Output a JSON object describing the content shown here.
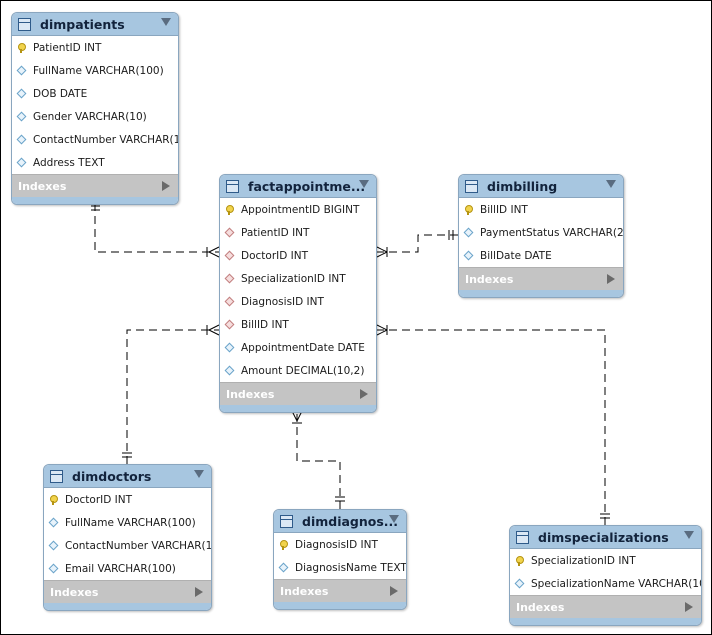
{
  "tables": {
    "dimpatients": {
      "name": "dimpatients",
      "columns": [
        {
          "text": "PatientID INT",
          "icon": "primary-key-icon"
        },
        {
          "text": "FullName VARCHAR(100)",
          "icon": "column-icon"
        },
        {
          "text": "DOB DATE",
          "icon": "column-icon"
        },
        {
          "text": "Gender VARCHAR(10)",
          "icon": "column-icon"
        },
        {
          "text": "ContactNumber VARCHAR(1...",
          "icon": "column-icon"
        },
        {
          "text": "Address TEXT",
          "icon": "column-icon"
        }
      ],
      "indexes_label": "Indexes"
    },
    "factappointments": {
      "name": "factappointme...",
      "columns": [
        {
          "text": "AppointmentID BIGINT",
          "icon": "primary-key-icon"
        },
        {
          "text": "PatientID INT",
          "icon": "foreign-key-icon"
        },
        {
          "text": "DoctorID INT",
          "icon": "foreign-key-icon"
        },
        {
          "text": "SpecializationID INT",
          "icon": "foreign-key-icon"
        },
        {
          "text": "DiagnosisID INT",
          "icon": "foreign-key-icon"
        },
        {
          "text": "BillID INT",
          "icon": "foreign-key-icon"
        },
        {
          "text": "AppointmentDate DATE",
          "icon": "column-icon"
        },
        {
          "text": "Amount DECIMAL(10,2)",
          "icon": "column-icon"
        }
      ],
      "indexes_label": "Indexes"
    },
    "dimbilling": {
      "name": "dimbilling",
      "columns": [
        {
          "text": "BillID INT",
          "icon": "primary-key-icon"
        },
        {
          "text": "PaymentStatus VARCHAR(2...",
          "icon": "column-icon"
        },
        {
          "text": "BillDate DATE",
          "icon": "column-icon"
        }
      ],
      "indexes_label": "Indexes"
    },
    "dimdoctors": {
      "name": "dimdoctors",
      "columns": [
        {
          "text": "DoctorID INT",
          "icon": "primary-key-icon"
        },
        {
          "text": "FullName VARCHAR(100)",
          "icon": "column-icon"
        },
        {
          "text": "ContactNumber VARCHAR(1...",
          "icon": "column-icon"
        },
        {
          "text": "Email VARCHAR(100)",
          "icon": "column-icon"
        }
      ],
      "indexes_label": "Indexes"
    },
    "dimdiagnosis": {
      "name": "dimdiagnos...",
      "columns": [
        {
          "text": "DiagnosisID INT",
          "icon": "primary-key-icon"
        },
        {
          "text": "DiagnosisName TEXT",
          "icon": "column-icon"
        }
      ],
      "indexes_label": "Indexes"
    },
    "dimspecializations": {
      "name": "dimspecializations",
      "columns": [
        {
          "text": "SpecializationID INT",
          "icon": "primary-key-icon"
        },
        {
          "text": "SpecializationName VARCHAR(10...",
          "icon": "column-icon"
        }
      ],
      "indexes_label": "Indexes"
    }
  },
  "colors": {
    "header": "#a7c6e0",
    "border": "#8aa6bf",
    "indexes_bar": "#c4c4c4",
    "relationship_line": "#000000"
  }
}
